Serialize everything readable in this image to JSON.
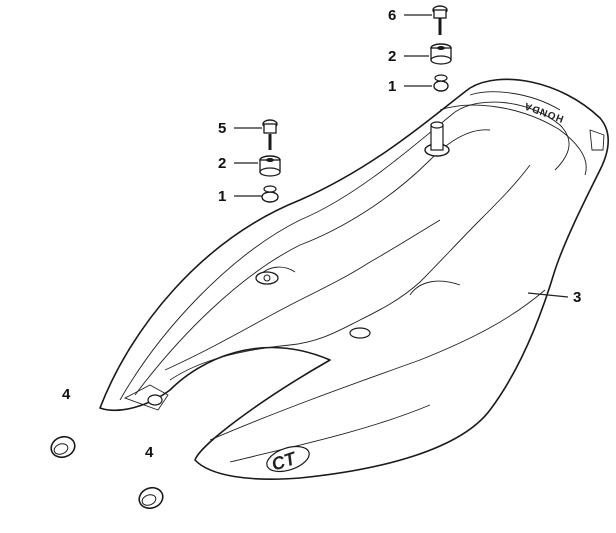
{
  "diagram": {
    "callouts": [
      {
        "id": "c6",
        "number": "6"
      },
      {
        "id": "c2a",
        "number": "2"
      },
      {
        "id": "c1a",
        "number": "1"
      },
      {
        "id": "c5",
        "number": "5"
      },
      {
        "id": "c2b",
        "number": "2"
      },
      {
        "id": "c1b",
        "number": "1"
      },
      {
        "id": "c3",
        "number": "3"
      },
      {
        "id": "c4a",
        "number": "4"
      },
      {
        "id": "c4b",
        "number": "4"
      }
    ],
    "brand_text": "HONDA",
    "emblem_text": "CT"
  }
}
